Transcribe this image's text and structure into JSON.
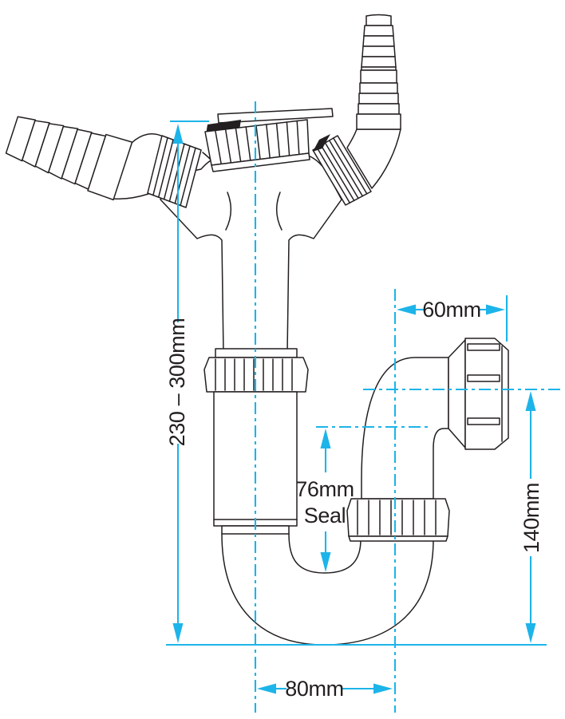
{
  "page": {
    "background": "#ffffff"
  },
  "diagram": {
    "line_color": "#231f20",
    "dimension_color": "#1db4e9",
    "labels": {
      "height_range": "230 – 300mm",
      "outlet_offset": "60mm",
      "seal_line1": "76mm",
      "seal_line2": "Seal",
      "outlet_height": "140mm",
      "trap_width": "80mm"
    }
  }
}
